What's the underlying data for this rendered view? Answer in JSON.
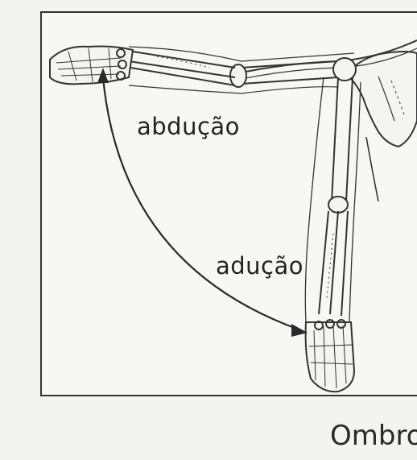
{
  "diagram": {
    "labels": {
      "abduction": "abdução",
      "adduction": "adução"
    },
    "caption": "Ombro"
  }
}
